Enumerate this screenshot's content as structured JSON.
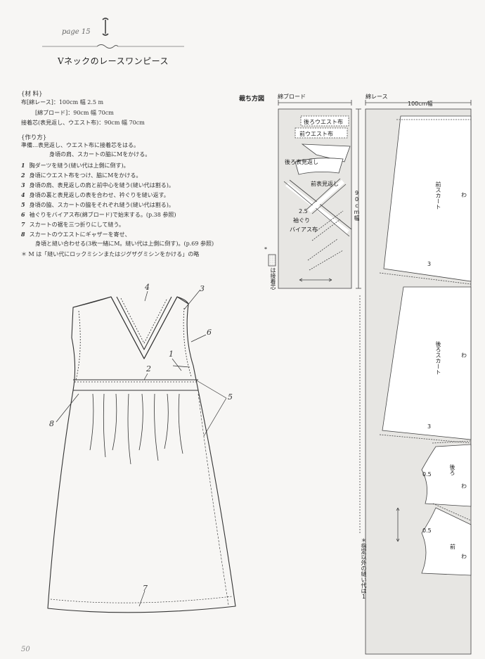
{
  "header": {
    "page_ref": "page 15",
    "title": "Vネックのレースワンピース"
  },
  "materials": {
    "heading": "{材 料}",
    "lines": [
      "布[綿レース]：100cm 幅 2.5 m",
      "[綿ブロード]：90cm 幅 70cm",
      "接着芯(表見返し、ウエスト布)：90cm 幅 70cm"
    ]
  },
  "steps": {
    "heading": "{作り方}",
    "prep": "準備…表見返し、ウエスト布に接着芯をはる。",
    "prep2": "身頃の肩、スカートの脇にMをかける。",
    "items": [
      {
        "n": "1",
        "text": "胸ダーツを縫う(縫い代は上側に倒す)。"
      },
      {
        "n": "2",
        "text": "身頃にウエスト布をつけ、脇にMをかける。"
      },
      {
        "n": "3",
        "text": "身頃の肩、表見返しの肩と前中心を縫う(縫い代は割る)。"
      },
      {
        "n": "4",
        "text": "身頃の裏と表見返しの表を合わせ、衿ぐりを縫い返す。"
      },
      {
        "n": "5",
        "text": "身頃の脇、スカートの脇をそれぞれ縫う(縫い代は割る)。"
      },
      {
        "n": "6",
        "text": "袖ぐりをバイアス布(綿ブロード)で始末する。(p.38 参照)"
      },
      {
        "n": "7",
        "text": "スカートの裾を三つ折りにして縫う。"
      },
      {
        "n": "8",
        "text": "スカートのウエストにギャザーを寄せ、"
      }
    ],
    "item8_cont": "身頃と縫い合わせる(3枚一緒にM。縫い代は上側に倒す)。(p.69 参照)",
    "note": "＊ M は「縫い代にロックミシンまたはジグザグミシンをかける」の略"
  },
  "illustration": {
    "callouts": [
      "1",
      "2",
      "3",
      "4",
      "5",
      "6",
      "7",
      "8"
    ]
  },
  "layout_diagram": {
    "title": "裁ち方図",
    "broadcloth": {
      "label": "綿ブロード",
      "width_label": "90cm幅",
      "pieces": [
        "後ろウエスト布",
        "前ウエスト布",
        "後ろ表見返し",
        "前表見返し",
        "袖ぐり",
        "バイアス布"
      ],
      "bias_value": "2.5",
      "interfacing_note": "は接着芯"
    },
    "lace": {
      "label": "綿レース",
      "width_label": "100cm幅",
      "pieces": [
        "前スカート",
        "後ろスカート",
        "後ろ",
        "前"
      ],
      "fold_mark": "わ",
      "seam_values": [
        "3",
        "3",
        "0.5",
        "0.5"
      ],
      "footnote": "＊指定以外の縫い代は1"
    }
  },
  "footer": {
    "page_number": "50"
  }
}
